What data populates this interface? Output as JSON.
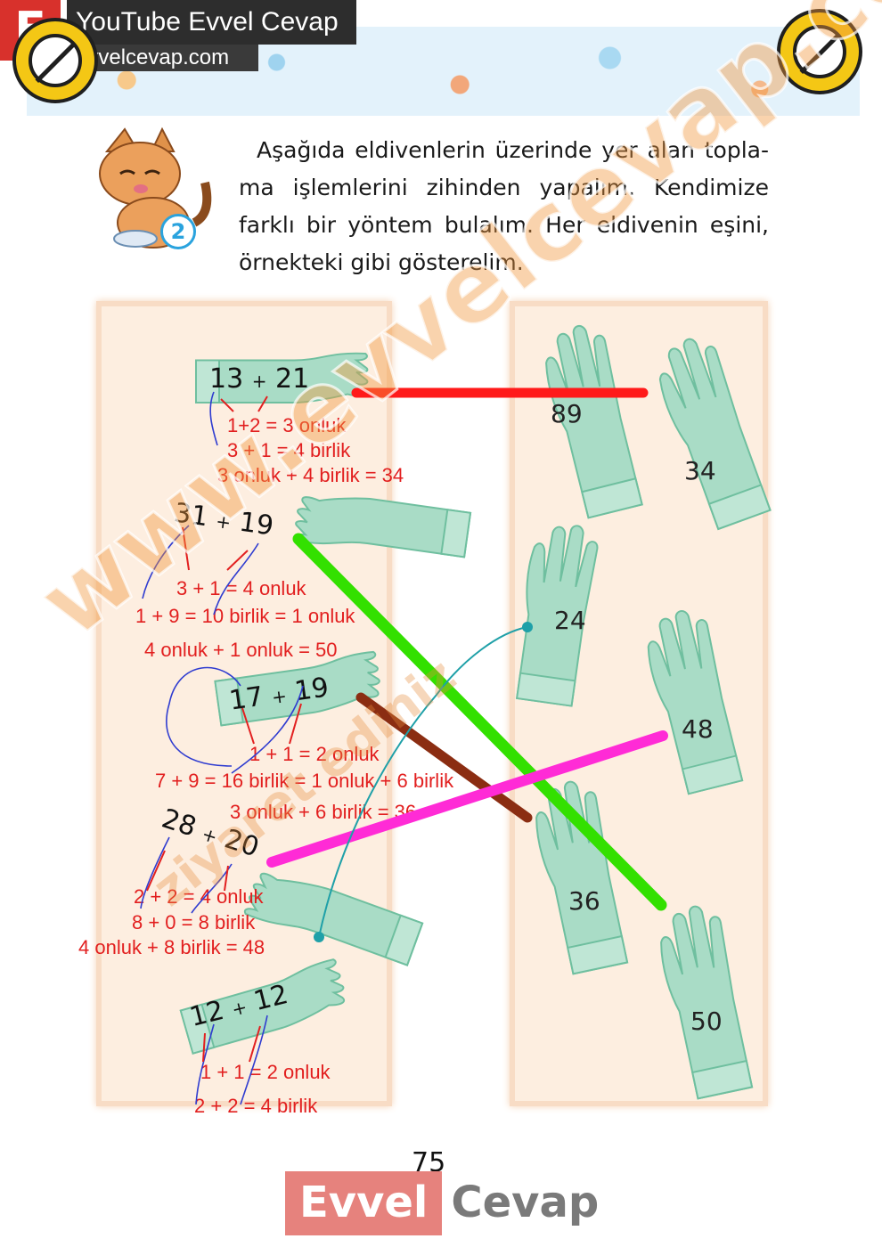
{
  "header": {
    "brand_letter": "E",
    "channel_title": "YouTube Evvel Cevap",
    "site_url": "evvelcevap.com",
    "badge_icon": "abbyy-finereader-badge"
  },
  "exercise": {
    "number": "2",
    "instruction": "Aşağıda eldivenlerin üzerinde yer alan topla-ma işlemlerini zihinden yapalım. Kendimize farklı bir yöntem bulalım. Her eldivenin eşini, örnekteki gibi gösterelim."
  },
  "left_gloves": [
    {
      "a": "13",
      "op": "+",
      "b": "21",
      "work": [
        "1+2 = 3 onluk",
        "3 + 1 = 4 birlik",
        "3 onluk + 4 birlik = 34"
      ]
    },
    {
      "a": "31",
      "op": "+",
      "b": "19",
      "work": [
        "3 + 1 = 4 onluk",
        "1 + 9 = 10 birlik = 1 onluk",
        "4 onluk + 1 onluk = 50"
      ]
    },
    {
      "a": "17",
      "op": "+",
      "b": "19",
      "work": [
        "1 + 1 = 2 onluk",
        "7 + 9 = 16 birlik = 1 onluk + 6 birlik",
        "3 onluk + 6 birlik = 36"
      ]
    },
    {
      "a": "28",
      "op": "+",
      "b": "20",
      "work": [
        "2 + 2 = 4 onluk",
        "8 + 0 = 8 birlik",
        "4 onluk + 8 birlik = 48"
      ]
    },
    {
      "a": "12",
      "op": "+",
      "b": "12",
      "work": [
        "1 + 1 = 2 onluk",
        "2 + 2 = 4 birlik"
      ]
    }
  ],
  "right_gloves": [
    "89",
    "34",
    "24",
    "48",
    "36",
    "50"
  ],
  "colors": {
    "glove_fill": "#a9dcc6",
    "glove_stroke": "#6fbf9f",
    "panel_fill": "#fdeee0",
    "work_text": "#e21f1f",
    "line_13_21": "#ff1a1a",
    "line_31_19": "#33e000",
    "line_17_19": "#8b2d12",
    "line_28_20": "#ff2bd6",
    "line_12_12": "#1fa0a8"
  },
  "footer": {
    "page_number": "75",
    "logo_left": "Evvel",
    "logo_right": "Cevap"
  },
  "watermark": {
    "line1": "www.evvelcevap.com",
    "line2": "ziyaret ediniz"
  }
}
